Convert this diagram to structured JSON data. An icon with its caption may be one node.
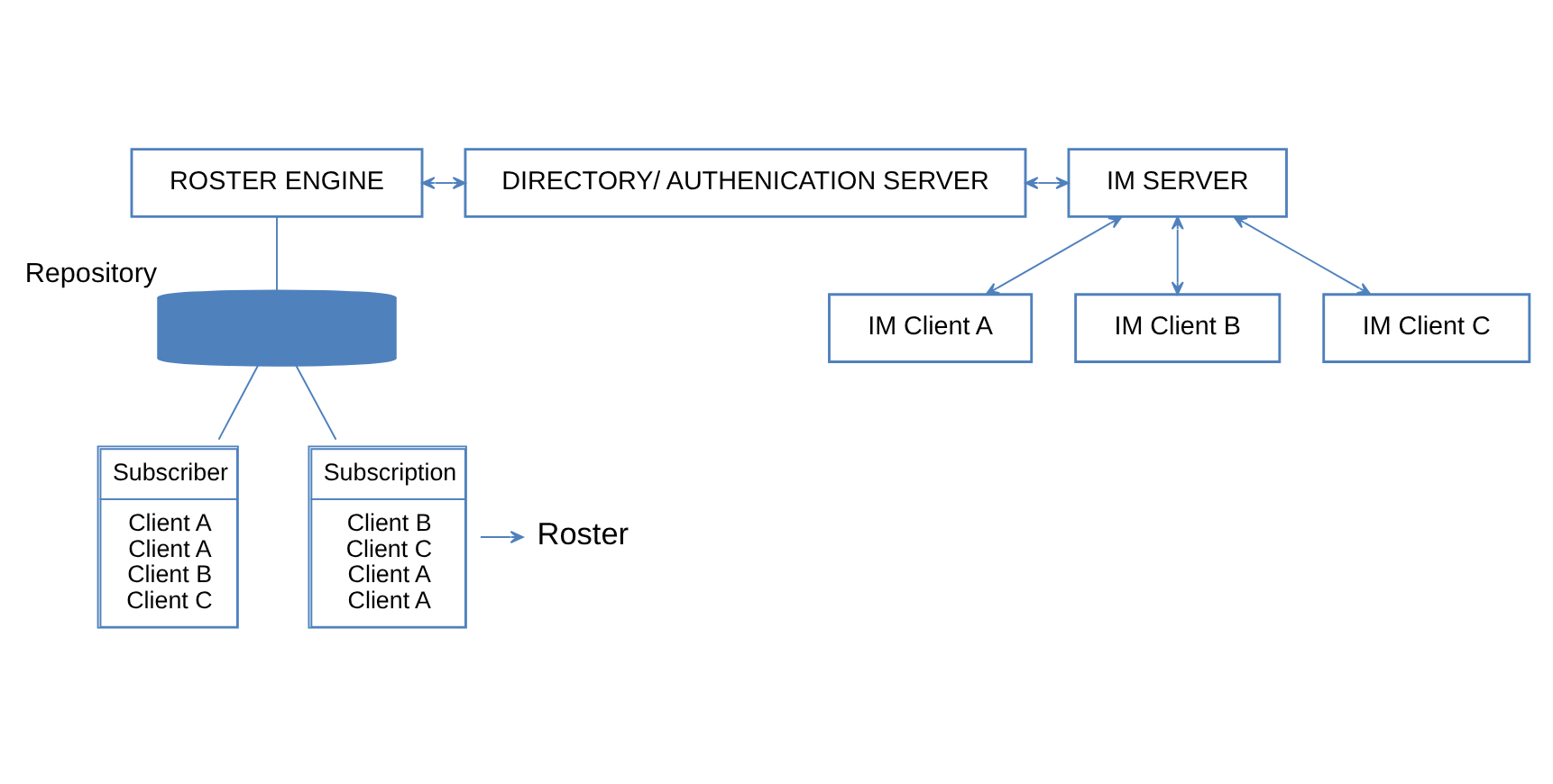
{
  "diagram": {
    "nodes": [
      {
        "text": [
          "ROSTER ENGINE"
        ]
      },
      {
        "text": [
          "DIRECTORY/ AUTHENICATION SERVER"
        ]
      },
      {
        "text": [
          "IM SERVER"
        ]
      },
      {
        "text": [],
        "shape": "cylinder",
        "beside": [
          "Repository"
        ]
      },
      {
        "text": [
          "IM Client A"
        ]
      },
      {
        "text": [
          "IM Client B"
        ]
      },
      {
        "text": [
          "IM Client C"
        ]
      },
      {
        "text": [
          "Subscriber",
          "Client A Client A Client B Client C"
        ]
      },
      {
        "text": [
          "Subscription",
          "Client B Client C Client A Client A"
        ]
      },
      {
        "text": [
          "Roster"
        ]
      }
    ],
    "edges": [
      {
        "from": 0,
        "to": 1,
        "arrow": "both"
      },
      {
        "from": 1,
        "to": 2,
        "arrow": "both"
      },
      {
        "from": 0,
        "to": 3,
        "arrow": "none"
      },
      {
        "from": 2,
        "to": 4,
        "arrow": "both"
      },
      {
        "from": 2,
        "to": 5,
        "arrow": "both"
      },
      {
        "from": 2,
        "to": 6,
        "arrow": "both"
      },
      {
        "from": 3,
        "to": 7,
        "arrow": "none"
      },
      {
        "from": 3,
        "to": 8,
        "arrow": "none"
      },
      {
        "from": 8,
        "to": 9,
        "arrow": "to"
      }
    ]
  }
}
